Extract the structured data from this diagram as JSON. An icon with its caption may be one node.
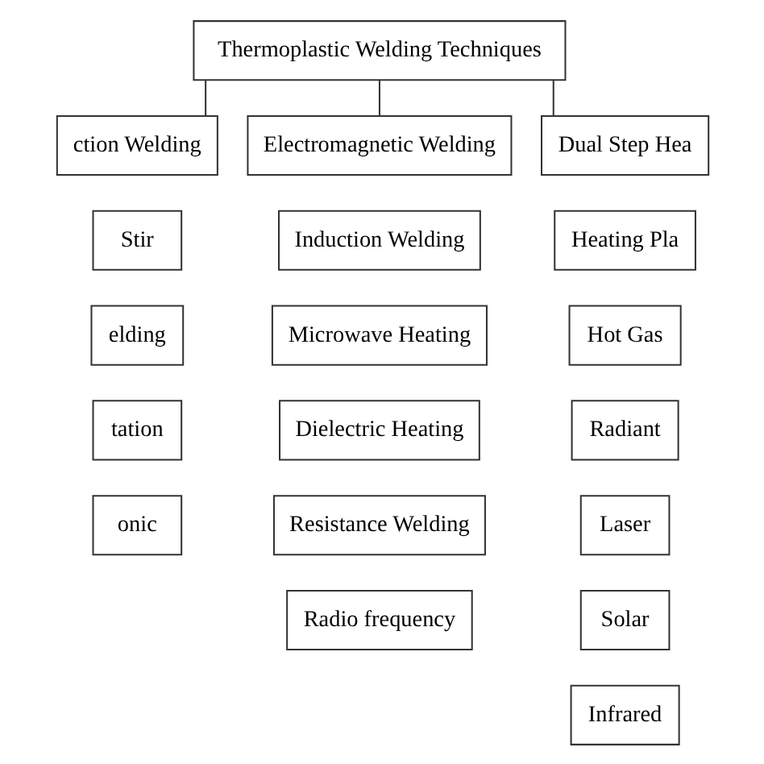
{
  "diagram": {
    "nodes": [
      {
        "text": [
          "Thermoplastic Welding Techniques"
        ]
      },
      {
        "text": [
          "ction Welding"
        ]
      },
      {
        "text": [
          "Electromagnetic Welding"
        ]
      },
      {
        "text": [
          "Dual Step Hea"
        ]
      },
      {
        "text": [
          "Stir"
        ]
      },
      {
        "text": [
          "elding"
        ]
      },
      {
        "text": [
          "tation"
        ]
      },
      {
        "text": [
          "onic"
        ]
      },
      {
        "text": [
          "Induction Welding"
        ]
      },
      {
        "text": [
          "Microwave Heating"
        ]
      },
      {
        "text": [
          "Dielectric Heating"
        ]
      },
      {
        "text": [
          "Resistance Welding"
        ]
      },
      {
        "text": [
          "Radio frequency"
        ]
      },
      {
        "text": [
          "Heating Pla"
        ]
      },
      {
        "text": [
          "Hot Gas"
        ]
      },
      {
        "text": [
          "Radiant"
        ]
      },
      {
        "text": [
          "Laser"
        ]
      },
      {
        "text": [
          "Solar"
        ]
      },
      {
        "text": [
          "Infrared"
        ]
      }
    ],
    "edges": [
      {
        "from": 0,
        "to": 1,
        "arrow": "none"
      },
      {
        "from": 0,
        "to": 2,
        "arrow": "none"
      },
      {
        "from": 0,
        "to": 3,
        "arrow": "none"
      }
    ]
  }
}
